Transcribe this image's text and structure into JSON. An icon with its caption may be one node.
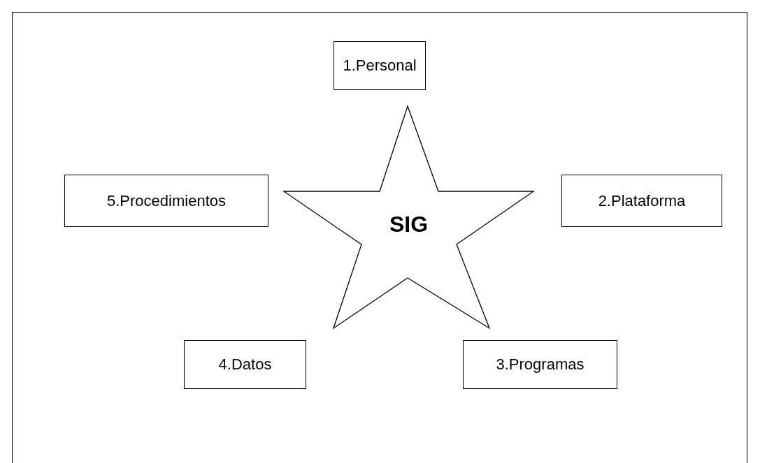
{
  "diagram": {
    "nodes": [
      {
        "text": [
          "1.Personal"
        ]
      },
      {
        "text": [
          "5.Procedimientos"
        ]
      },
      {
        "text": [
          "SIG"
        ]
      },
      {
        "text": [
          "2.Plataforma"
        ]
      },
      {
        "text": [
          "4.Datos"
        ]
      },
      {
        "text": [
          "3.Programas"
        ]
      }
    ]
  }
}
